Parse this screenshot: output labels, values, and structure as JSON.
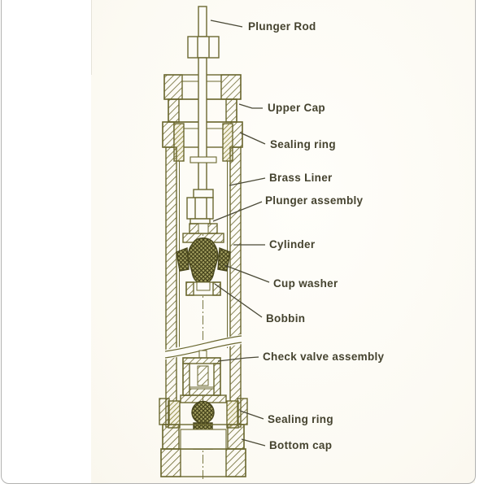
{
  "figure": {
    "kind": "technical cross-section diagram",
    "subject": "Plunger pump cylinder assembly (sectional view)",
    "line_color": "#6b6830",
    "dense_hatch_color": "#8a8435",
    "dark_fill_color": "#a5a160",
    "text_color": "#45432f",
    "paper_color": "#fcfaf3",
    "border_color": "#b2b2b0"
  },
  "labels": [
    {
      "id": "plunger-rod",
      "text": "Plunger Rod"
    },
    {
      "id": "upper-cap",
      "text": "Upper Cap"
    },
    {
      "id": "sealing-ring-top",
      "text": "Sealing ring"
    },
    {
      "id": "brass-liner",
      "text": "Brass Liner"
    },
    {
      "id": "plunger-assembly",
      "text": "Plunger assembly"
    },
    {
      "id": "cylinder",
      "text": "Cylinder"
    },
    {
      "id": "cup-washer",
      "text": "Cup washer"
    },
    {
      "id": "bobbin",
      "text": "Bobbin"
    },
    {
      "id": "check-valve-assembly",
      "text": "Check valve assembly"
    },
    {
      "id": "sealing-ring-bottom",
      "text": "Sealing ring"
    },
    {
      "id": "bottom-cap",
      "text": "Bottom cap"
    }
  ]
}
